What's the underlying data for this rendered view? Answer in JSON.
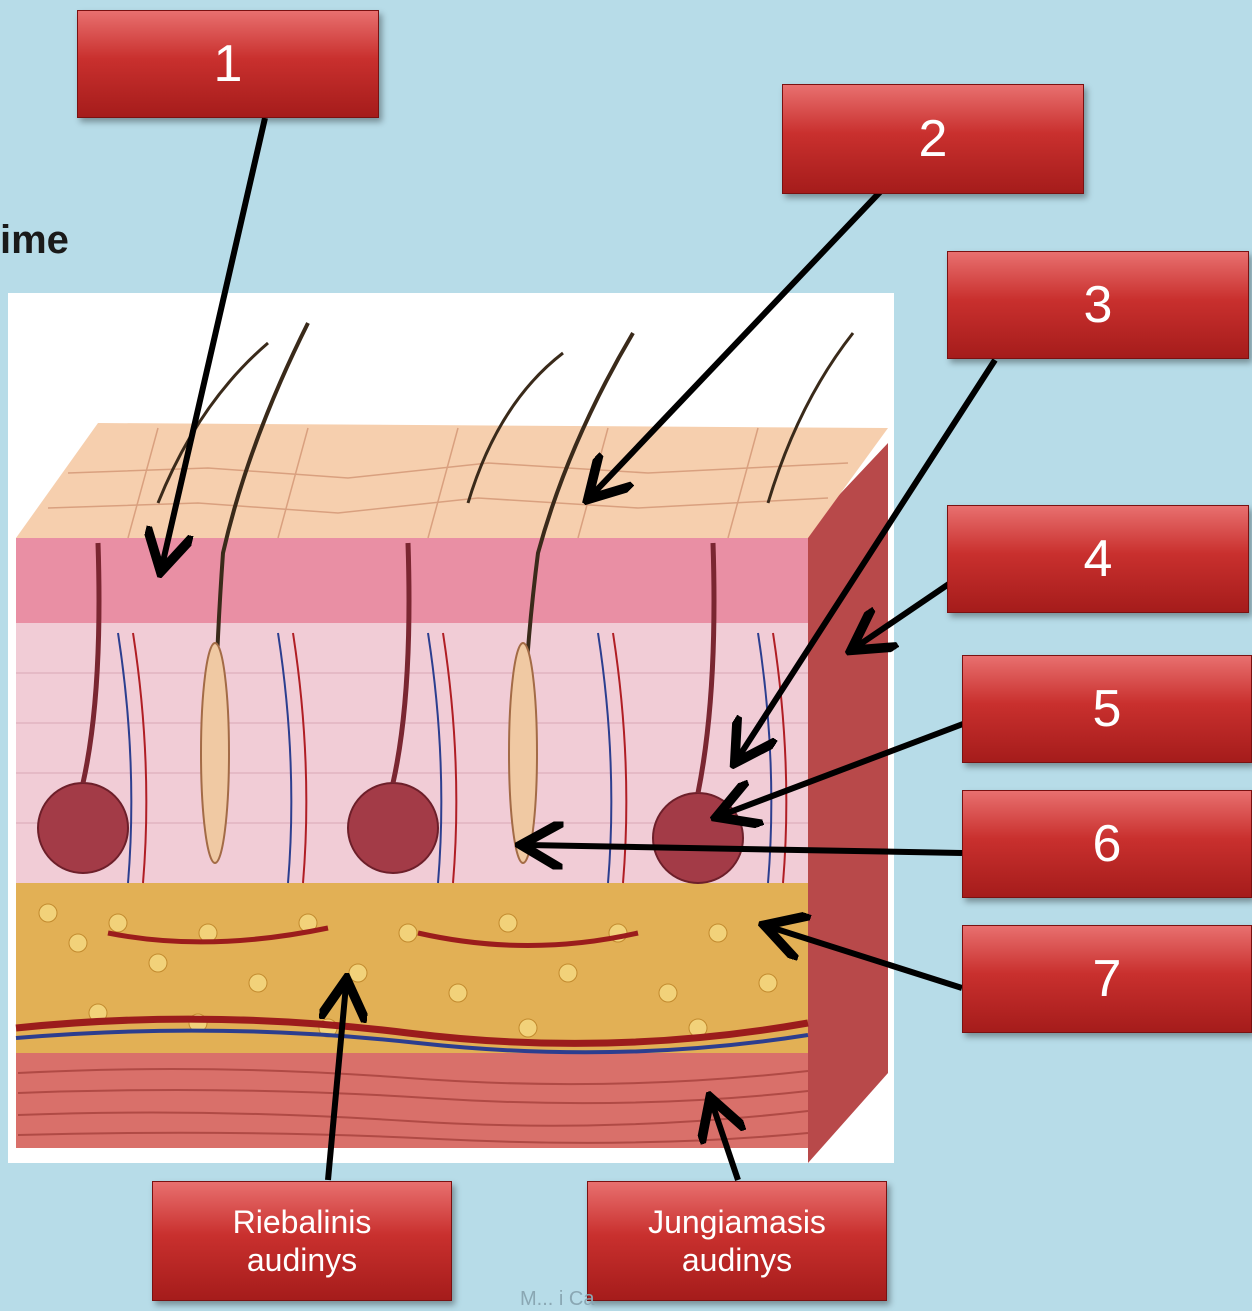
{
  "heading": "ime",
  "labels": {
    "l1": "1",
    "l2": "2",
    "l3": "3",
    "l4": "4",
    "l5": "5",
    "l6": "6",
    "l7": "7",
    "riebalinis": "Riebalinis\naudinys",
    "jungiamasis": "Jungiamasis\naudinys"
  },
  "footer": "M... i Ca"
}
